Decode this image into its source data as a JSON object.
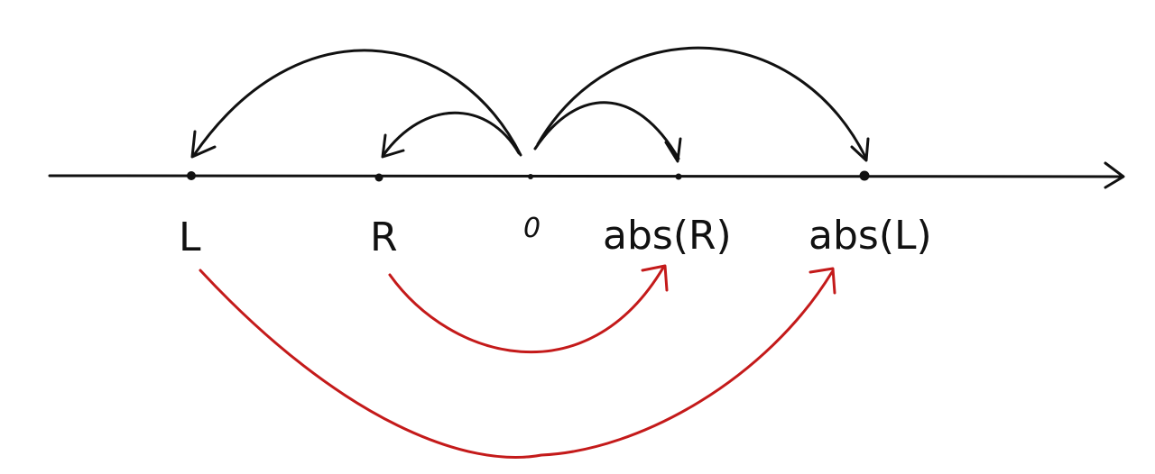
{
  "labels": {
    "L": "L",
    "R": "R",
    "zero": "0",
    "absR": "abs(R)",
    "absL": "abs(L)"
  },
  "colors": {
    "ink": "#111111",
    "red_arrow": "#c41a1a"
  }
}
